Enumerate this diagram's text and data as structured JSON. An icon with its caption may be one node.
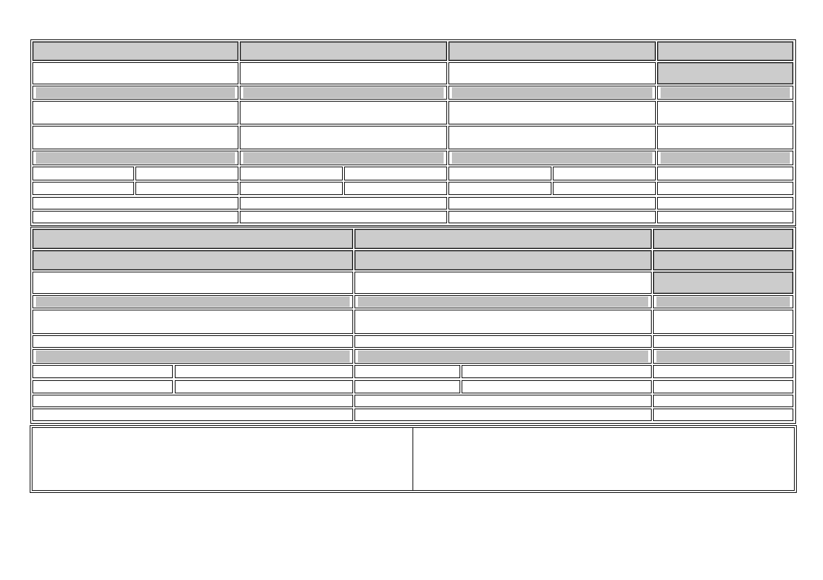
{
  "diagram": {
    "nodes": [
      {
        "text": [],
        "shape": "box"
      },
      {
        "text": [],
        "shape": "box",
        "in": 0
      },
      {
        "text": [],
        "shape": "box",
        "in": 0
      },
      {
        "text": [],
        "shape": "box",
        "in": 0
      },
      {
        "text": [],
        "shape": "box",
        "in": 0
      },
      {
        "text": [],
        "shape": "box",
        "in": 0
      },
      {
        "text": [],
        "shape": "box",
        "in": 0
      },
      {
        "text": [],
        "shape": "box",
        "in": 0
      },
      {
        "text": [],
        "shape": "box",
        "in": 0
      },
      {
        "text": [],
        "shape": "box",
        "in": 0
      },
      {
        "text": [],
        "shape": "box",
        "in": 0
      },
      {
        "text": [],
        "shape": "box",
        "in": 0
      },
      {
        "text": [],
        "shape": "box",
        "in": 0
      },
      {
        "text": [],
        "shape": "box",
        "in": 0
      },
      {
        "text": [],
        "shape": "box",
        "in": 0
      },
      {
        "text": [],
        "shape": "box",
        "in": 0
      },
      {
        "text": [],
        "shape": "box",
        "in": 0
      },
      {
        "text": [],
        "shape": "box",
        "in": 0
      },
      {
        "text": [],
        "shape": "box",
        "in": 0
      },
      {
        "text": [],
        "shape": "box",
        "in": 0
      },
      {
        "text": [],
        "shape": "box",
        "in": 0
      },
      {
        "text": [],
        "shape": "box",
        "in": 0
      },
      {
        "text": [],
        "shape": "box",
        "in": 0
      },
      {
        "text": [],
        "shape": "box",
        "in": 0
      },
      {
        "text": [],
        "shape": "box",
        "in": 0
      },
      {
        "text": [],
        "shape": "box",
        "in": 0
      },
      {
        "text": [],
        "shape": "box",
        "in": 0
      },
      {
        "text": [],
        "shape": "box",
        "in": 0
      },
      {
        "text": [],
        "shape": "box",
        "in": 0
      },
      {
        "text": [],
        "shape": "box",
        "in": 0
      },
      {
        "text": [],
        "shape": "box",
        "in": 0
      },
      {
        "text": [],
        "shape": "box",
        "in": 0
      },
      {
        "text": [],
        "shape": "box",
        "in": 0
      },
      {
        "text": [],
        "shape": "box",
        "in": 0
      },
      {
        "text": [],
        "shape": "box",
        "in": 0
      },
      {
        "text": [],
        "shape": "box",
        "in": 0
      },
      {
        "text": [],
        "shape": "box",
        "in": 0
      },
      {
        "text": [],
        "shape": "box",
        "in": 0
      },
      {
        "text": [],
        "shape": "box",
        "in": 0
      },
      {
        "text": [],
        "shape": "box",
        "in": 0
      },
      {
        "text": [],
        "shape": "box",
        "in": 0
      },
      {
        "text": [],
        "shape": "box",
        "in": 0
      },
      {
        "text": [],
        "shape": "box",
        "in": 0
      },
      {
        "text": [],
        "shape": "box",
        "in": 0
      },
      {
        "text": [],
        "shape": "box",
        "in": 0
      },
      {
        "text": [],
        "shape": "box",
        "in": 0
      },
      {
        "text": [],
        "shape": "box",
        "in": 0
      },
      {
        "text": [],
        "shape": "box"
      },
      {
        "text": [],
        "shape": "box",
        "in": 47
      },
      {
        "text": [],
        "shape": "box",
        "in": 47
      },
      {
        "text": [],
        "shape": "box",
        "in": 47
      },
      {
        "text": [],
        "shape": "box",
        "in": 47
      },
      {
        "text": [],
        "shape": "box",
        "in": 47
      },
      {
        "text": [],
        "shape": "box",
        "in": 47
      },
      {
        "text": [],
        "shape": "box",
        "in": 47
      },
      {
        "text": [],
        "shape": "box",
        "in": 47
      },
      {
        "text": [],
        "shape": "box",
        "in": 47
      },
      {
        "text": [],
        "shape": "box",
        "in": 47
      },
      {
        "text": [],
        "shape": "box",
        "in": 47
      },
      {
        "text": [],
        "shape": "box",
        "in": 47
      },
      {
        "text": [],
        "shape": "box",
        "in": 47
      },
      {
        "text": [],
        "shape": "box",
        "in": 47
      },
      {
        "text": [],
        "shape": "box",
        "in": 47
      },
      {
        "text": [],
        "shape": "box",
        "in": 47
      },
      {
        "text": [],
        "shape": "box",
        "in": 47
      },
      {
        "text": [],
        "shape": "box",
        "in": 47
      },
      {
        "text": [],
        "shape": "box",
        "in": 47
      },
      {
        "text": [],
        "shape": "box",
        "in": 47
      },
      {
        "text": [],
        "shape": "box",
        "in": 47
      },
      {
        "text": [],
        "shape": "box",
        "in": 47
      },
      {
        "text": [],
        "shape": "box",
        "in": 47
      },
      {
        "text": [],
        "shape": "box",
        "in": 47
      },
      {
        "text": [],
        "shape": "box",
        "in": 47
      },
      {
        "text": [],
        "shape": "box",
        "in": 47
      },
      {
        "text": [],
        "shape": "box",
        "in": 47
      },
      {
        "text": [],
        "shape": "box",
        "in": 47
      },
      {
        "text": [],
        "shape": "box",
        "in": 47
      },
      {
        "text": [],
        "shape": "box",
        "in": 47
      },
      {
        "text": [],
        "shape": "box",
        "in": 47
      },
      {
        "text": [],
        "shape": "box",
        "in": 47
      },
      {
        "text": [],
        "shape": "box",
        "in": 47
      },
      {
        "text": [],
        "shape": "box",
        "in": 47
      },
      {
        "text": [],
        "shape": "box",
        "in": 47
      },
      {
        "text": [],
        "shape": "box",
        "in": 47
      },
      {
        "text": [],
        "shape": "box",
        "in": 47
      },
      {
        "text": [],
        "shape": "box"
      },
      {
        "text": [],
        "shape": "box",
        "in": 85
      },
      {
        "text": [],
        "shape": "box",
        "in": 85
      }
    ]
  }
}
